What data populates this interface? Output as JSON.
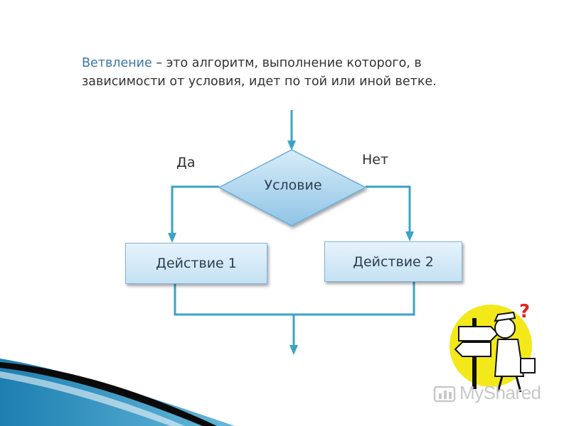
{
  "definition": {
    "term": "Ветвление",
    "text": " – это алгоритм, выполнение которого, в зависимости от условия, идет по той или иной ветке."
  },
  "flowchart": {
    "condition": "Условие",
    "yes_label": "Да",
    "no_label": "Нет",
    "action_1": "Действие 1",
    "action_2": "Действие 2"
  },
  "watermark": {
    "text": "MyShared"
  },
  "colors": {
    "connector": "#3aa3c6",
    "box_top": "#e6f3fb",
    "box_bottom": "#c4e1f3",
    "diamond_top": "#d7ecf8",
    "diamond_bottom": "#8fc4e6",
    "term": "#3a78a8",
    "wave_dark": "#0a0a0a",
    "wave_blue": "#1c7fb0"
  },
  "icons": [
    "crossroads-signpost-icon",
    "myshared-logo-icon"
  ]
}
